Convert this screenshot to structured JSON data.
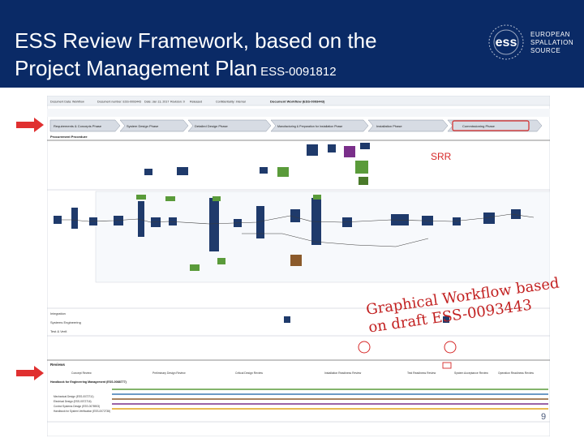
{
  "slide": {
    "title_line1": "ESS Review Framework, based on the",
    "title_line2": "Project Management Plan",
    "doc_id": "ESS-0091812",
    "logo_text": "EUROPEAN\nSPALLATION\nSOURCE",
    "logo_mark": "ess",
    "annotation_srr": "SRR",
    "overlay_text": "Graphical Workflow based on draft ESS-0093443",
    "page_number": "9"
  },
  "workflow": {
    "header_cells": [
      "Document Data: Workflow",
      "Document number: ESS-0093443",
      "Date: Jan 13, 2017",
      "Revision: 0",
      "Released",
      "Confidentiality: Internal"
    ],
    "doc_title": "Document Workflow (ESS-0093443)",
    "phases": [
      "Requirements & Concepts Phase",
      "System Design Phase",
      "Detailed Design Phase",
      "Manufacturing & Preparation for Installation Phase",
      "Installation Phase",
      "Commissioning Phase"
    ],
    "procedure_label": "Procurement Procedure",
    "swimlanes": [
      "Integration",
      "Systems Engineering",
      "Test & Verif."
    ],
    "reviews_label": "Reviews",
    "review_gates": [
      "Concept Review",
      "Preliminary Design Review",
      "Critical Design Review",
      "Installation Readiness Review",
      "Test Readiness Review",
      "System Acceptance Review",
      "Operation Readiness Review"
    ],
    "legend_title": "Handbook for Engineering Management (ESS-0088777)",
    "legend_items": [
      "Mechanical Design (ESS-0072711)",
      "Electrical Design (ESS-0072716)",
      "Control Systems Design (ESS-0078903)",
      "Handbook for System Verification (ESS-0072738)"
    ],
    "legend_colors": [
      "#5a9b3a",
      "#3c78b4",
      "#8b5a2b",
      "#7a2f8a",
      "#e3a21a"
    ]
  },
  "colors": {
    "header_bg": "#0a2a66",
    "highlight": "#d62828",
    "arrow": "#e03030",
    "node": "#1f3a6b",
    "green_node": "#4a7a2a"
  }
}
